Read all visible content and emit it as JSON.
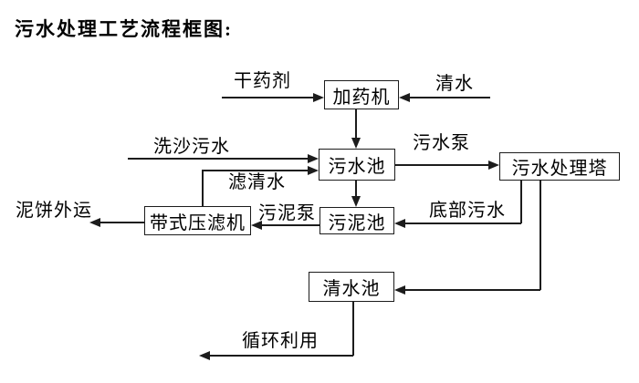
{
  "title": "污水处理工艺流程框图:",
  "nodes": {
    "dosing_machine": "加药机",
    "sewage_pool": "污水池",
    "treatment_tower": "污水处理塔",
    "sludge_pool": "污泥池",
    "belt_filter_press": "带式压滤机",
    "clean_water_pool": "清水池"
  },
  "flows": {
    "dry_agent": "干药剂",
    "clean_water": "清水",
    "sand_washing_sewage": "洗沙污水",
    "sewage_pump": "污水泵",
    "filtered_water": "滤清水",
    "sludge_pump": "污泥泵",
    "bottom_sewage": "底部污水",
    "mud_cake_out": "泥饼外运",
    "recycle_use": "循环利用"
  },
  "colors": {
    "line": "#1c1c1c",
    "background": "#ffffff",
    "text": "#000000"
  }
}
